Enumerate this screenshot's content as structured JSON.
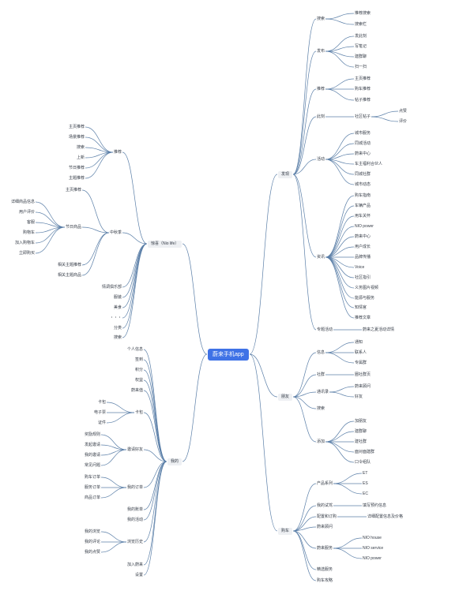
{
  "mindmap": {
    "root": "蔚来手机app",
    "nodes": {
      "n_fx": "发现",
      "n_sou": "搜索",
      "n_sou_1": "推荐搜索",
      "n_sou_2": "搜索栏",
      "n_fb": "发布",
      "n_fb_1": "发此刻",
      "n_fb_2": "写笔记",
      "n_fb_3": "建群聊",
      "n_fb_4": "扫一扫",
      "n_tj": "推荐",
      "n_tj_1": "主页推荐",
      "n_tj_2": "购车推荐",
      "n_tj_3": "帖子推荐",
      "n_ck": "此刻",
      "n_ck_1": "社区帖子",
      "n_ck_1a": "点赞",
      "n_ck_1b": "评价",
      "n_hd": "活动",
      "n_hd_1": "城市服务",
      "n_hd_2": "同城活动",
      "n_hd_3": "蔚来中心",
      "n_hd_4": "车主福利合伙人",
      "n_hd_5": "同城社群",
      "n_hd_6": "城市动态",
      "n_zx": "资讯",
      "n_zx_1": "购车指南",
      "n_zx_2": "车辆产品",
      "n_zx_3": "用车关怀",
      "n_zx_4": "NIO power",
      "n_zx_5": "蔚来中心",
      "n_zx_6": "用户成长",
      "n_zx_7": "品牌传播",
      "n_zx_8": "Voice",
      "n_zx_9": "社区指引",
      "n_zx_10": "义务图片视频",
      "n_zx_11": "能源与服务",
      "n_zx_12": "知情官",
      "n_zx_13": "推荐文章",
      "n_zt": "专题活动",
      "n_zt_1": "蔚来之夏活动详情",
      "n_py": "朋友",
      "n_xx": "信息",
      "n_xx_1": "通知",
      "n_xx_2": "联系人",
      "n_xx_3": "专属群",
      "n_sq": "社群",
      "n_sq_1": "圈社群页",
      "n_txl": "通讯录",
      "n_txl_1": "蔚来顾问",
      "n_txl_2": "好友",
      "n_ss": "搜索",
      "n_tjia": "添加",
      "n_tjia_1": "加朋友",
      "n_tjia_2": "建群聊",
      "n_tjia_3": "建社群",
      "n_tjia_4": "面对面建群",
      "n_tjia_5": "口令组队",
      "n_gc": "购车",
      "n_cp": "产品系列",
      "n_cp_1": "ET",
      "n_cp_2": "ES",
      "n_cp_3": "EC",
      "n_sj": "我的试驾",
      "n_sj_1": "填写预约信息",
      "n_pz": "配置和订购",
      "n_pz_1": "详细配置信息及价格",
      "n_gw": "蔚来顾问",
      "n_fw": "蔚来服务",
      "n_fw_1": "NIO house",
      "n_fw_2": "NIO service",
      "n_fw_3": "NIO power",
      "n_jx": "精选服务",
      "n_gl": "购车攻略",
      "n_xy": "惊喜（Nio life）",
      "n_xy_tj": "推荐",
      "n_xy_tj_1": "主页推荐",
      "n_xy_tj_2": "场景推荐",
      "n_xy_tj_3": "搜索",
      "n_xy_tj_4": "上新",
      "n_xy_tj_5": "节日推荐",
      "n_xy_tj_6": "主题推荐",
      "n_zq": "中秋季",
      "n_zq_1": "主页推荐",
      "n_zq_jr": "节日商品",
      "n_zq_jr_1": "详细商品信息",
      "n_zq_jr_2": "用户评价",
      "n_zq_jr_3": "客服",
      "n_zq_jr_4": "购物车",
      "n_zq_jr_5": "加入购物车",
      "n_zq_jr_6": "立即购买",
      "n_zq_2": "相关主题推荐",
      "n_zq_3": "相关主题商品",
      "n_xy_1": "情调俱乐部",
      "n_xy_2": "服装",
      "n_xy_3": "美食",
      "n_xy_4": "・・・",
      "n_xy_5": "分类",
      "n_xy_6": "搜索",
      "n_wd": "我的",
      "n_wd_1": "个人信息",
      "n_wd_2": "签到",
      "n_wd_3": "积分",
      "n_wd_4": "权益",
      "n_wd_5": "蔚来值",
      "n_kb": "卡包",
      "n_kb_1": "卡包",
      "n_kb_2": "电子票",
      "n_kb_3": "证件",
      "n_yq": "邀请好友",
      "n_yq_1": "奖励规则",
      "n_yq_2": "发起邀请",
      "n_yq_3": "我的邀请",
      "n_yq_4": "常见问题",
      "n_dd": "我的订单",
      "n_dd_1": "购车订单",
      "n_dd_2": "服务订单",
      "n_dd_3": "商品订单",
      "n_wd_6": "我的账单",
      "n_wd_7": "我的活动",
      "n_ll": "浏览历史",
      "n_ll_1": "我的浏览",
      "n_ll_2": "我的评论",
      "n_ll_3": "我的点赞",
      "n_wd_8": "加入蔚来",
      "n_wd_9": "设置"
    }
  },
  "colors": {
    "link": "#5b7fa8",
    "root_bg": "#3f72e6",
    "root_text": "#ffffff",
    "text": "#333a45",
    "l1_bg": "#eef0f3"
  }
}
